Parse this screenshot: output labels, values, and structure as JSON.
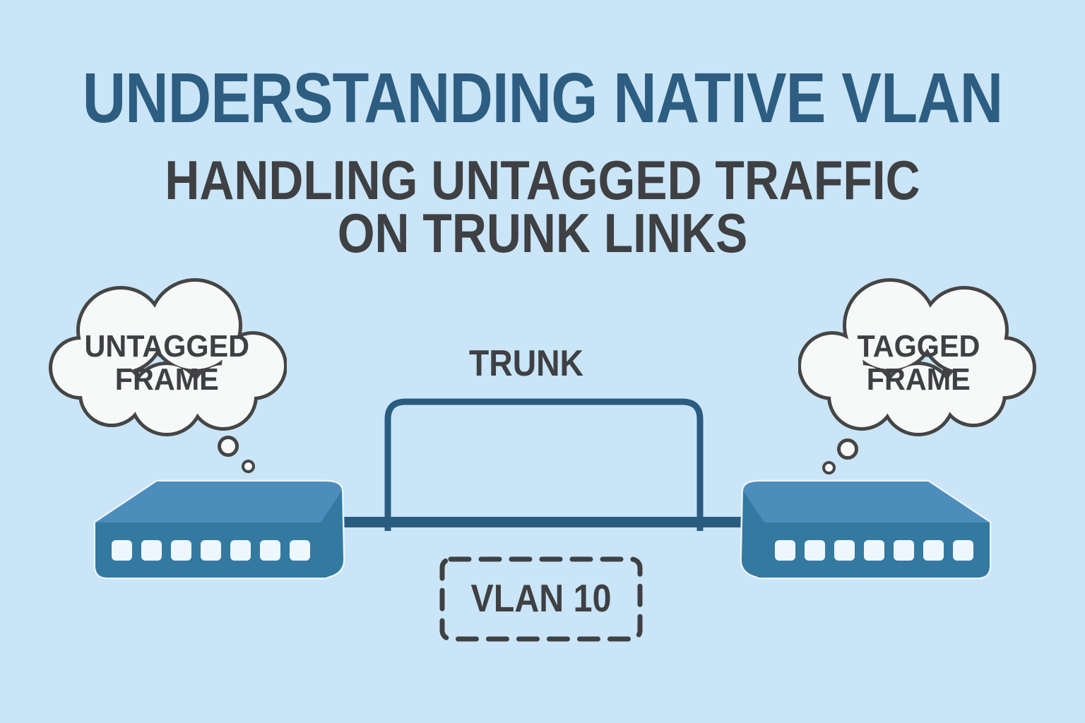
{
  "title": "UNDERSTANDING NATIVE VLAN",
  "subtitle": {
    "line1": "HANDLING UNTAGGED TRAFFIC",
    "line2": "ON TRUNK LINKS"
  },
  "trunk": {
    "label": "TRUNK"
  },
  "vlan_zone": {
    "label": "VLAN 10"
  },
  "clouds": {
    "left": {
      "line1": "UNTAGGED",
      "line2": "FRAME"
    },
    "right": {
      "line1": "TAGGED",
      "line2": "FRAME"
    }
  },
  "switches": {
    "left": {
      "port_count": 7
    },
    "right": {
      "port_count": 7
    }
  },
  "colors": {
    "background": "#c9e5f7",
    "title": "#2d5e82",
    "text": "#3f4043",
    "line": "#2a5c80",
    "switch_top": "#4d8dbc",
    "switch_front": "#3479a0",
    "switch_outline": "#e9f4fb",
    "port": "#eef7fd",
    "cloud_fill": "#f7f8f8",
    "cloud_stroke": "#454545"
  }
}
